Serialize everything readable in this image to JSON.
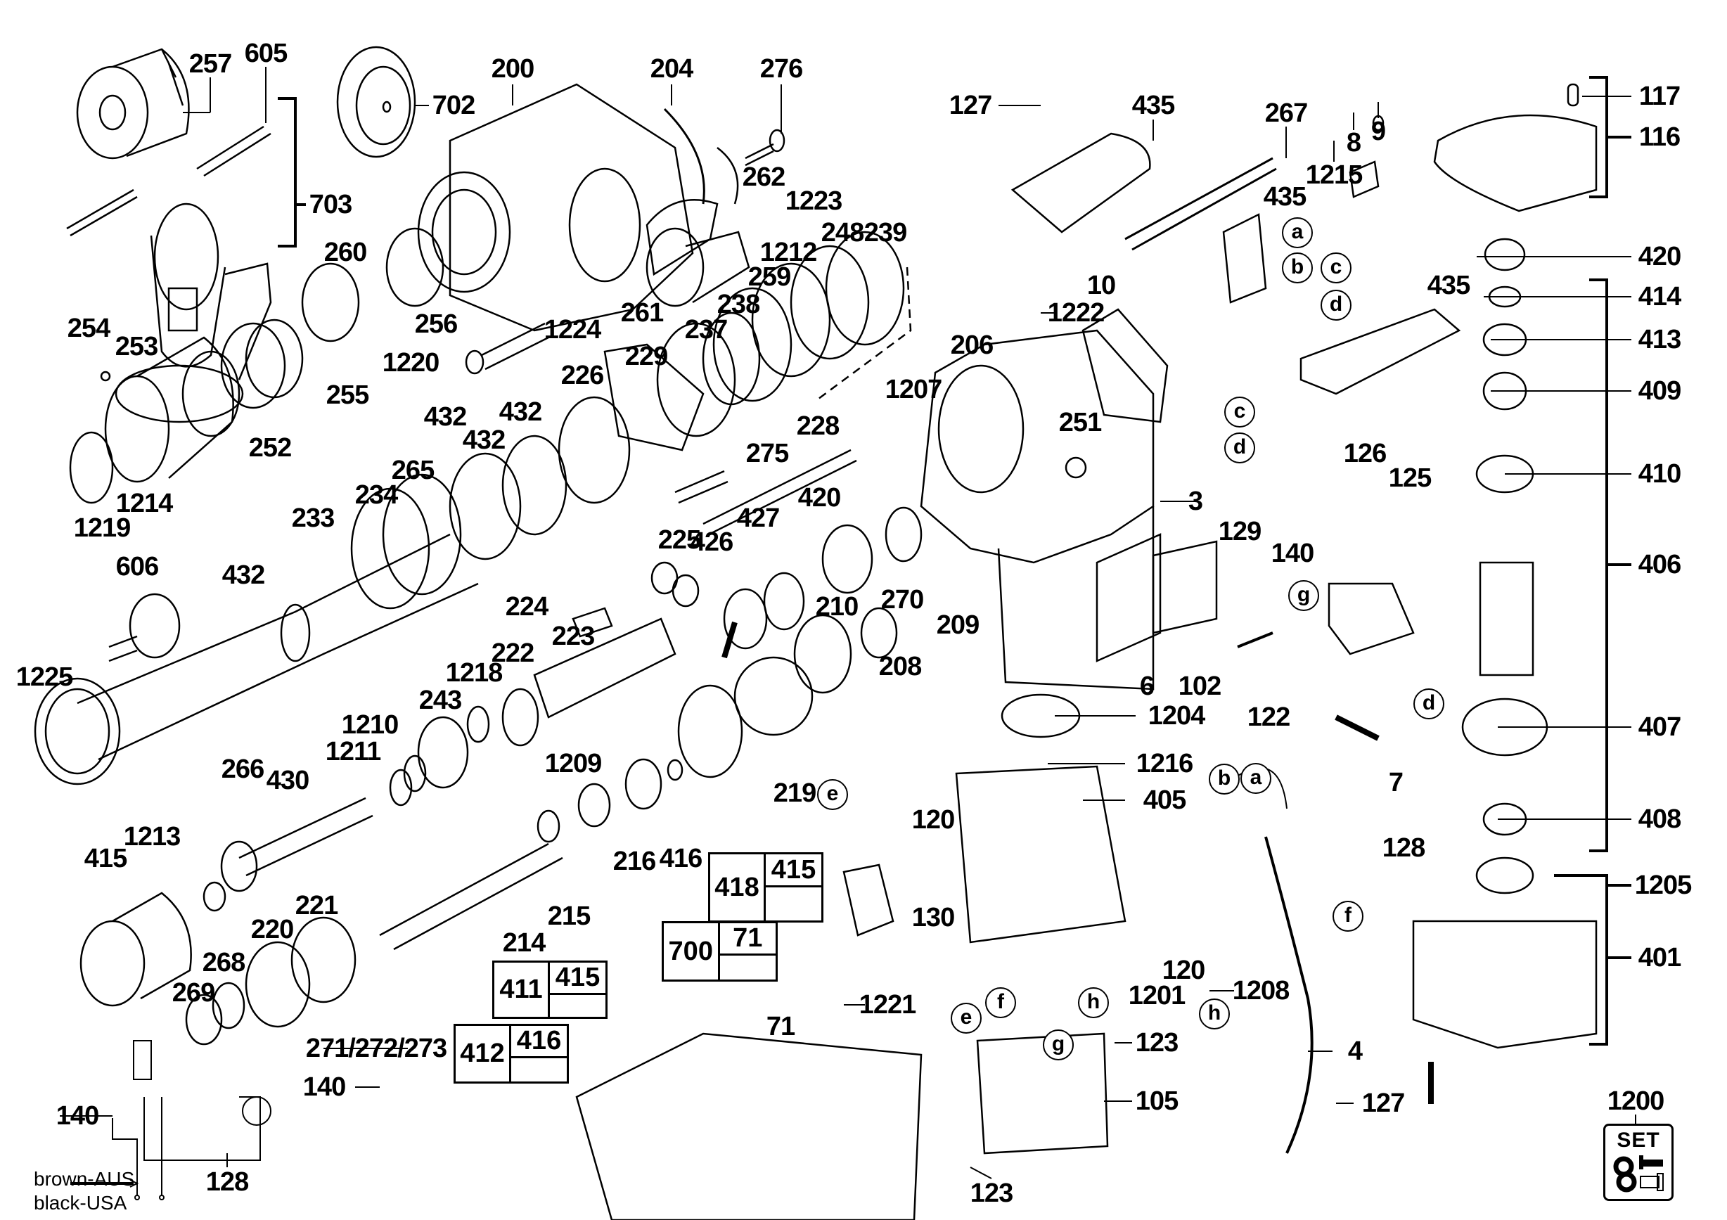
{
  "diagram": {
    "type": "exploded-parts-diagram",
    "subject": "rotary hammer drill"
  },
  "labels": {
    "l257": "257",
    "l605": "605",
    "l702": "702",
    "l200": "200",
    "l204": "204",
    "l276": "276",
    "l127a": "127",
    "l435a": "435",
    "l267": "267",
    "l1215": "1215",
    "l8": "8",
    "l9": "9",
    "l117": "117",
    "l116": "116",
    "l703": "703",
    "l262": "262",
    "l1223": "1223",
    "l260": "260",
    "l256": "256",
    "l1212": "1212",
    "l248": "248",
    "l239": "239",
    "l435b": "435",
    "l420a": "420",
    "l1224": "1224",
    "l261": "261",
    "l259": "259",
    "l238": "238",
    "l237": "237",
    "l10": "10",
    "l1222": "1222",
    "l435c": "435",
    "l414": "414",
    "l254": "254",
    "l253": "253",
    "l1220": "1220",
    "l229": "229",
    "l206": "206",
    "l413": "413",
    "l255": "255",
    "l226": "226",
    "l1207": "1207",
    "l409": "409",
    "l432a": "432",
    "l432b": "432",
    "l251": "251",
    "l252": "252",
    "l432c": "432",
    "l228": "228",
    "l265": "265",
    "l275": "275",
    "l126": "126",
    "l125": "125",
    "l410": "410",
    "l1214": "1214",
    "l1219": "1219",
    "l234": "234",
    "l420b": "420",
    "l3": "3",
    "l233": "233",
    "l427": "427",
    "l426": "426",
    "l225": "225",
    "l129": "129",
    "l140a": "140",
    "l406": "406",
    "l606": "606",
    "l432d": "432",
    "l210": "210",
    "l270": "270",
    "l224": "224",
    "l209": "209",
    "l223": "223",
    "l102": "102",
    "l122": "122",
    "l6": "6",
    "l222": "222",
    "l1218": "1218",
    "l208": "208",
    "l1225": "1225",
    "l7": "7",
    "l407": "407",
    "l1204": "1204",
    "l243": "243",
    "l1210": "1210",
    "l1211": "1211",
    "l1209": "1209",
    "l266": "266",
    "l1216": "1216",
    "l405": "405",
    "l430": "430",
    "l219": "219",
    "l120a": "120",
    "l128a": "128",
    "l408": "408",
    "l1213": "1213",
    "l415a": "415",
    "l416a": "416",
    "l216": "216",
    "l214": "214",
    "l215": "215",
    "l1205": "1205",
    "l130": "130",
    "l221": "221",
    "l220": "220",
    "l401": "401",
    "l268": "268",
    "l1201": "1201",
    "l120b": "120",
    "l1221": "1221",
    "l1208": "1208",
    "l269": "269",
    "l123a": "123",
    "l271": "271/272/273",
    "l4": "4",
    "l140b": "140",
    "l140c": "140",
    "l105": "105",
    "l127b": "127",
    "l1200": "1200",
    "l128b": "128",
    "l123b": "123",
    "l71": "71"
  },
  "connectors": {
    "a1": "a",
    "b1": "b",
    "c1": "c",
    "d1": "d",
    "c2": "c",
    "d2": "d",
    "g1": "g",
    "d3": "d",
    "b2": "b",
    "a2": "a",
    "f1": "f",
    "e1": "e",
    "f2": "f",
    "e2": "e",
    "h1": "h",
    "g2": "g",
    "h2": "h"
  },
  "kit_boxes": [
    {
      "main": "418",
      "sub": "415"
    },
    {
      "main": "700",
      "sub": "71"
    },
    {
      "main": "411",
      "sub": "415"
    },
    {
      "main": "412",
      "sub": "416"
    }
  ],
  "wiring_note": {
    "line1": "brown-AUS",
    "line2": "black-USA"
  },
  "set_badge": {
    "text": "SET",
    "part_number": "1200"
  }
}
